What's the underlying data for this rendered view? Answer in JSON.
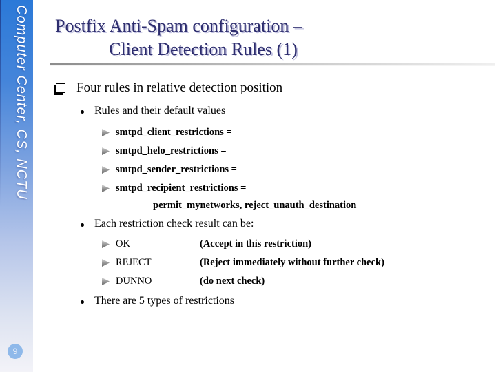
{
  "slide": {
    "sidebar": {
      "text": "Computer Center, CS, NCTU",
      "gradient_top_color": "#2b79d8",
      "gradient_bottom_color": "#f3f3f8"
    },
    "page_number": "9",
    "page_number_circle_color": "#8fb9ea",
    "title": {
      "line1": "Postfix Anti-Spam configuration –",
      "line2": "Client Detection Rules (1)",
      "color": "#2d2d6e"
    },
    "bullets": {
      "level1_icon": "shadowed-square-bullet",
      "level2_icon": "dot-bullet",
      "level3_icon": "arrowhead-bullet"
    },
    "content": {
      "heading": "Four rules in relative detection position",
      "sub1": "Rules and their default values",
      "code_items": [
        "smtpd_client_restrictions =",
        "smtpd_helo_restrictions =",
        "smtpd_sender_restrictions =",
        "smtpd_recipient_restrictions ="
      ],
      "code_continuation": "permit_mynetworks, reject_unauth_destination",
      "sub2": "Each restriction check result can be:",
      "results": [
        {
          "keyword": "OK",
          "description": "(Accept in this restriction)"
        },
        {
          "keyword": "REJECT",
          "description": "(Reject immediately without further check)"
        },
        {
          "keyword": "DUNNO",
          "description": "(do next check)"
        }
      ],
      "sub3": "There are 5 types of restrictions"
    }
  }
}
